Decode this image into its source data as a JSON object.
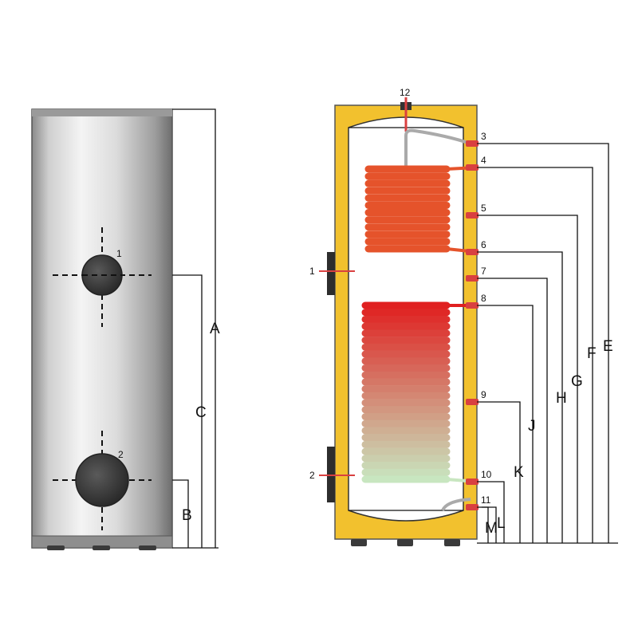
{
  "front_view": {
    "port_labels": [
      "1",
      "2"
    ],
    "dimension_labels": [
      "A",
      "C",
      "B"
    ]
  },
  "section_view": {
    "port_labels": [
      "1",
      "2",
      "3",
      "4",
      "5",
      "6",
      "7",
      "8",
      "9",
      "10",
      "11",
      "12"
    ],
    "dimension_labels": [
      "E",
      "F",
      "G",
      "H",
      "J",
      "K",
      "L",
      "M"
    ],
    "colors": {
      "insulation": "#f2c12e",
      "upper_coil": "#e5532b",
      "lower_coil_top": "#e02020",
      "lower_coil_bottom": "#c8e6c0",
      "port_pipe": "#d94040"
    }
  }
}
